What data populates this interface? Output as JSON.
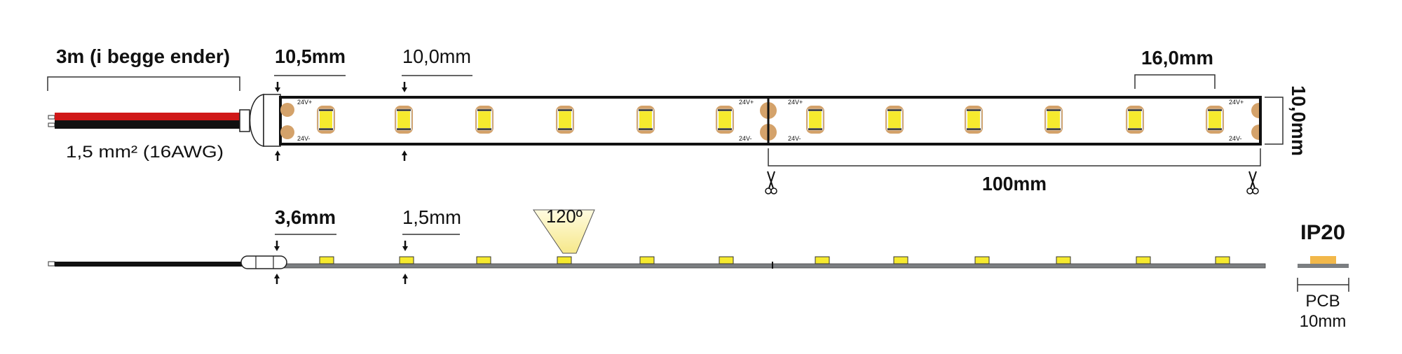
{
  "top_view": {
    "cable_length_label": "3m (i begge ender)",
    "cable_gauge_label": "1,5 mm² (16AWG)",
    "strip_width_label": "10,5mm",
    "pcb_width_label": "10,0mm",
    "led_pitch_label": "16,0mm",
    "strip_height_label": "10,0mm",
    "cut_interval_label": "100mm",
    "pad_plus_label": "24V+",
    "pad_minus_label": "24V-",
    "icons": [
      "scissors-icon",
      "arrow-down-icon",
      "arrow-up-icon"
    ]
  },
  "side_view": {
    "total_height_label": "3,6mm",
    "pcb_thickness_label": "1,5mm",
    "beam_angle_label": "120º"
  },
  "rating": {
    "ip_label": "IP20",
    "pcb_label": "PCB",
    "pcb_size_label": "10mm"
  },
  "colors": {
    "led": "#f6ea2e",
    "copper": "#d4a26a",
    "pcb_side": "#7b7e81",
    "wire_red": "#d01818",
    "wire_black": "#111111",
    "ip_led": "#f2b84a"
  }
}
